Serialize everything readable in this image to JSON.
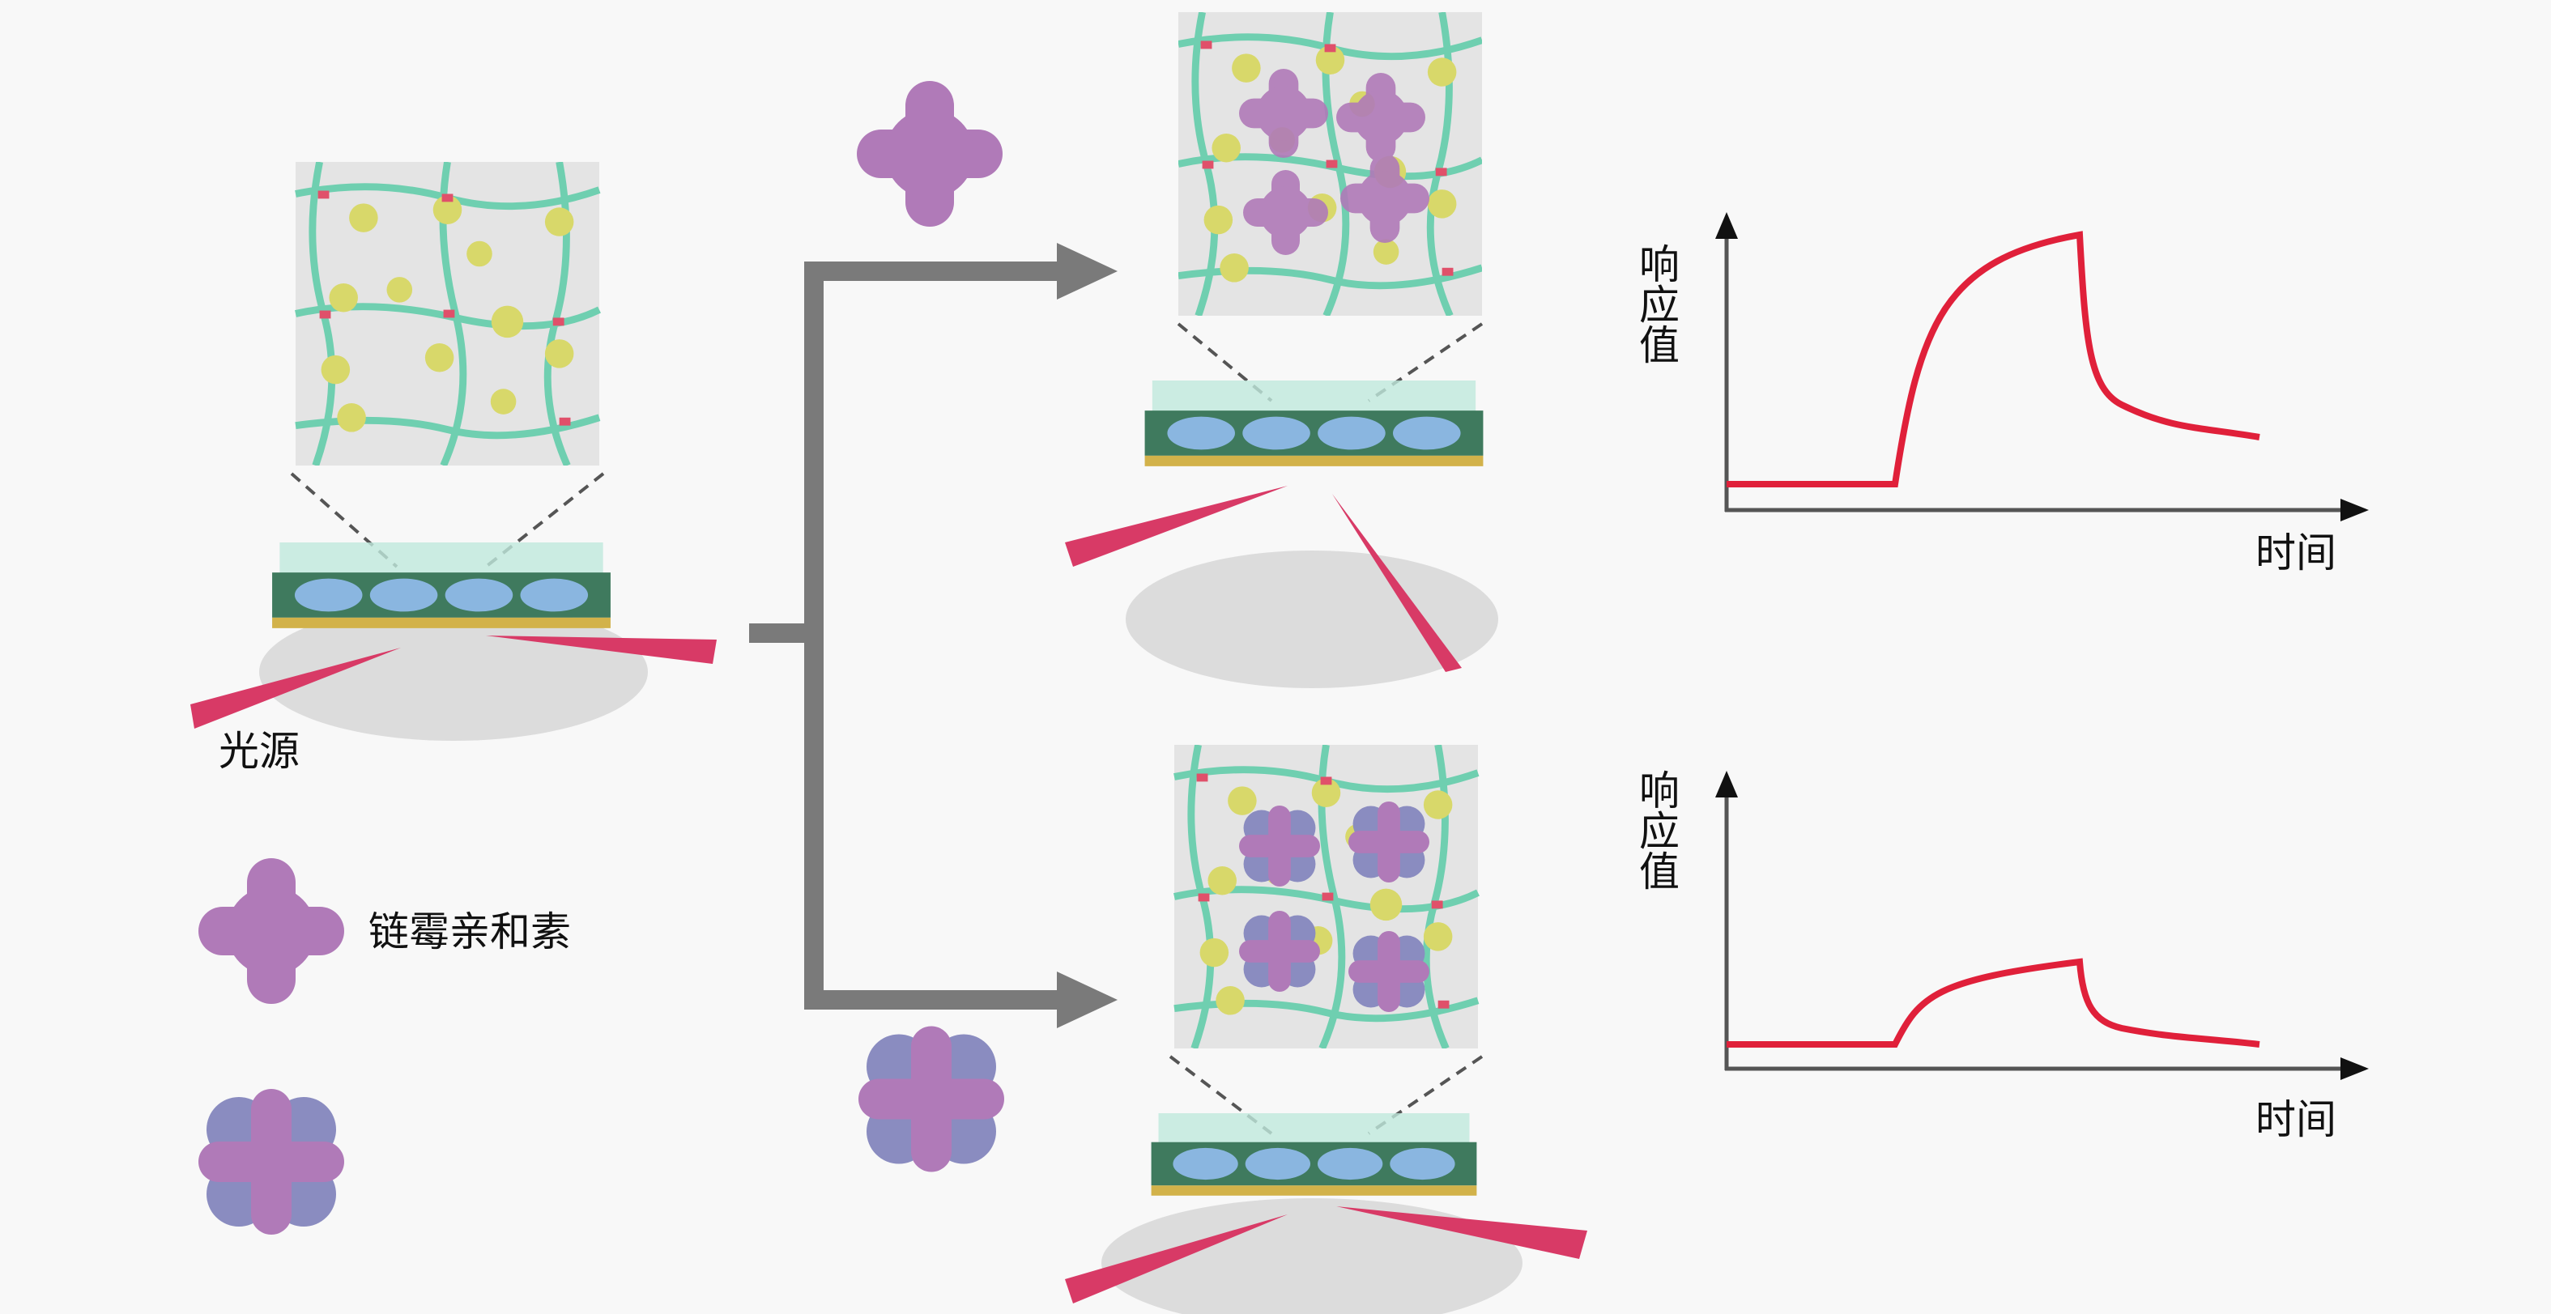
{
  "left": {
    "light_source_label": "光源"
  },
  "legend": {
    "streptavidin_label": "链霉亲和素"
  },
  "chart_top": {
    "ylabel": "响应值",
    "xlabel": "时间"
  },
  "chart_bottom": {
    "ylabel": "响应值",
    "xlabel": "时间"
  },
  "colors": {
    "network": "#6fcfb0",
    "receptor": "#d8d86a",
    "linker": "#e0506a",
    "protein": "#b07ab8",
    "blocked": "#8a8cc0",
    "arrow": "#7a7a7a",
    "curve": "#e0203a",
    "laser": "#d83a66"
  }
}
